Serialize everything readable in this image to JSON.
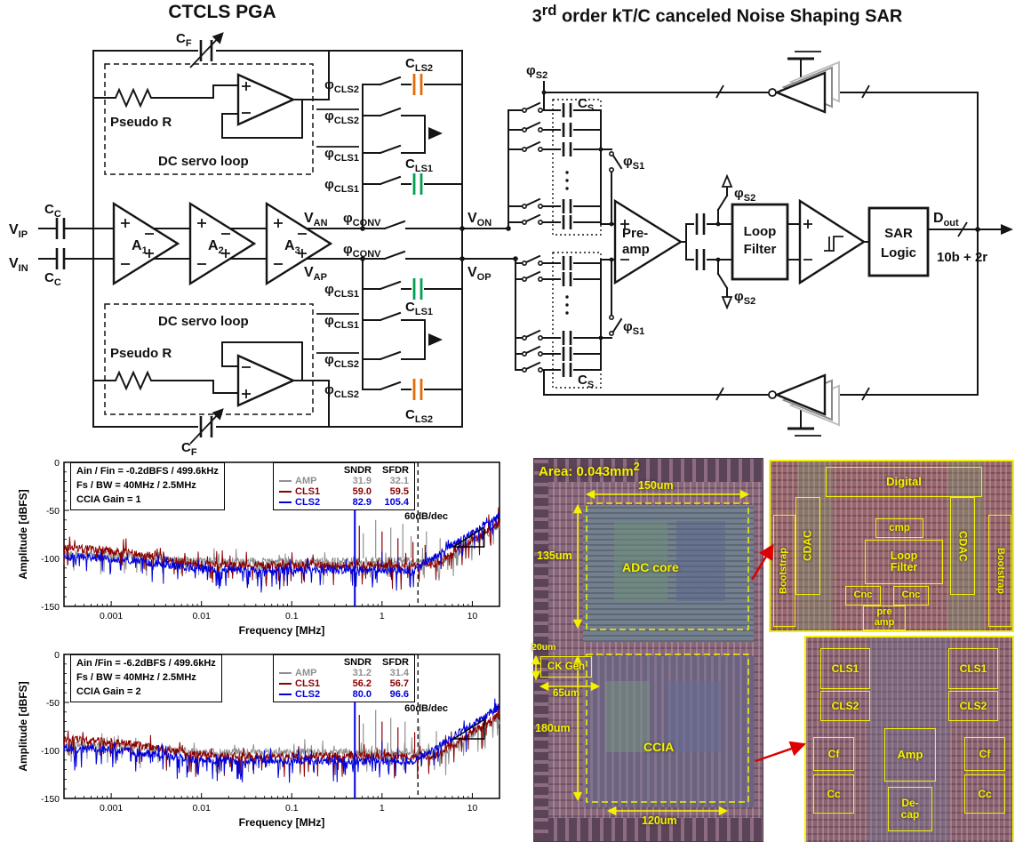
{
  "titles": {
    "left": "CTCLS PGA",
    "right_base": "3",
    "right_sup": "rd",
    "right_rest": " order kT/C canceled Noise Shaping SAR"
  },
  "colors": {
    "signal_red": "#cc0000",
    "signal_blue": "#0070c0",
    "signal_purple": "#7030a0",
    "cap_green": "#00a050",
    "cap_orange": "#e36c09",
    "die_yellow": "#f5f200",
    "series_amp": "#909090",
    "series_cls1": "#8b0000",
    "series_cls2": "#0000dd"
  },
  "sch": {
    "v_ip_b": "V",
    "v_ip_s": "IP",
    "v_in_b": "V",
    "v_in_s": "IN",
    "v_an_b": "V",
    "v_an_s": "AN",
    "v_ap_b": "V",
    "v_ap_s": "AP",
    "v_on_b": "V",
    "v_on_s": "ON",
    "v_op_b": "V",
    "v_op_s": "OP",
    "c_c_b": "C",
    "c_c_s": "C",
    "c_f_b": "C",
    "c_f_s": "F",
    "a1_b": "A",
    "a1_s": "1",
    "a2_b": "A",
    "a2_s": "2",
    "a3_b": "A",
    "a3_s": "3",
    "pseudo_r": "Pseudo R",
    "dc_servo": "DC servo loop",
    "phi": "φ",
    "s_cls1": "CLS1",
    "s_cls2": "CLS2",
    "s_conv": "CONV",
    "s_s1": "S1",
    "s_s2": "S2",
    "c_ls1_b": "C",
    "c_ls1_s": "LS1",
    "c_ls2_b": "C",
    "c_ls2_s": "LS2",
    "c_s_b": "C",
    "c_s_s": "S",
    "preamp_1": "Pre-",
    "preamp_2": "amp",
    "loop_1": "Loop",
    "loop_2": "Filter",
    "sar_1": "SAR",
    "sar_2": "Logic",
    "d_out_b": "D",
    "d_out_s": "out",
    "bits": "10b + 2r"
  },
  "chart_data": [
    {
      "type": "line",
      "info_lines": [
        "Ain / Fin = -0.2dBFS / 499.6kHz",
        "Fs / BW = 40MHz / 2.5MHz",
        "CCIA Gain = 1"
      ],
      "x_axis": {
        "label": "Frequency [MHz]",
        "scale": "log",
        "min": 0.0003,
        "max": 20,
        "ticks": [
          0.001,
          0.01,
          0.1,
          1,
          10
        ]
      },
      "y_axis": {
        "label": "Amplitude [dBFS]",
        "min": -150,
        "max": 0,
        "ticks": [
          0,
          -50,
          -100,
          -150
        ]
      },
      "legend_headers": [
        "SNDR",
        "SFDR"
      ],
      "series": [
        {
          "name": "AMP",
          "color": "#909090",
          "sndr": "31.9",
          "sfdr": "32.1",
          "floor": -103,
          "low_freq_level": -95,
          "hf_end": -66,
          "spikes": [
            [
              0.62,
              -74
            ],
            [
              0.85,
              -60
            ],
            [
              1.25,
              -68
            ],
            [
              1.7,
              -64
            ],
            [
              2.1,
              -77
            ],
            [
              3.1,
              -72
            ],
            [
              4.4,
              -79
            ],
            [
              6.5,
              -84
            ]
          ]
        },
        {
          "name": "CLS1",
          "color": "#8b0000",
          "sndr": "59.0",
          "sfdr": "59.5",
          "floor": -107,
          "low_freq_level": -88,
          "hf_end": -63,
          "spikes": [
            [
              0.56,
              -66
            ],
            [
              1.0,
              -72
            ],
            [
              1.5,
              -79
            ],
            [
              2.2,
              -83
            ],
            [
              3.0,
              -86
            ]
          ]
        },
        {
          "name": "CLS2",
          "color": "#0000dd",
          "sndr": "82.9",
          "sfdr": "105.4",
          "floor": -112,
          "low_freq_level": -97,
          "hf_end": -55,
          "spikes": [
            [
              0.999,
              -93
            ],
            [
              1.499,
              -99
            ],
            [
              2.0,
              -104
            ]
          ],
          "tone": {
            "freq": 0.4996,
            "level": -0.2
          }
        }
      ],
      "annotations": {
        "slope_label": "60dB/dec",
        "bw_mhz": 2.5,
        "tone_mhz": 0.4996
      }
    },
    {
      "type": "line",
      "info_lines": [
        "Ain /Fin = -6.2dBFS / 499.6kHz",
        "Fs / BW = 40MHz / 2.5MHz",
        "CCIA Gain = 2"
      ],
      "x_axis": {
        "label": "Frequency [MHz]",
        "scale": "log",
        "min": 0.0003,
        "max": 20,
        "ticks": [
          0.001,
          0.01,
          0.1,
          1,
          10
        ]
      },
      "y_axis": {
        "label": "Amplitude [dBFS]",
        "min": -150,
        "max": 0,
        "ticks": [
          0,
          -50,
          -100,
          -150
        ]
      },
      "legend_headers": [
        "SNDR",
        "SFDR"
      ],
      "series": [
        {
          "name": "AMP",
          "color": "#909090",
          "sndr": "31.2",
          "sfdr": "31.4",
          "floor": -102,
          "low_freq_level": -94,
          "hf_end": -66,
          "spikes": [
            [
              0.62,
              -72
            ],
            [
              0.85,
              -58
            ],
            [
              1.25,
              -66
            ],
            [
              1.8,
              -70
            ],
            [
              2.6,
              -75
            ],
            [
              4.0,
              -80
            ]
          ]
        },
        {
          "name": "CLS1",
          "color": "#8b0000",
          "sndr": "56.2",
          "sfdr": "56.7",
          "floor": -106,
          "low_freq_level": -87,
          "hf_end": -63,
          "spikes": [
            [
              0.56,
              -63
            ],
            [
              1.0,
              -70
            ],
            [
              1.5,
              -76
            ],
            [
              2.3,
              -81
            ]
          ]
        },
        {
          "name": "CLS2",
          "color": "#0000dd",
          "sndr": "80.0",
          "sfdr": "96.6",
          "floor": -111,
          "low_freq_level": -96,
          "hf_end": -55,
          "spikes": [
            [
              0.999,
              -90
            ],
            [
              1.499,
              -97
            ]
          ],
          "tone": {
            "freq": 0.4996,
            "level": -6.2
          }
        }
      ],
      "annotations": {
        "slope_label": "60dB/dec",
        "bw_mhz": 2.5,
        "tone_mhz": 0.4996
      }
    }
  ],
  "die": {
    "area_base": "Area: 0.043mm",
    "area_sup": "2",
    "dims": {
      "d150": "150um",
      "d135": "135um",
      "d20": "20um",
      "d65": "65um",
      "d180": "180um",
      "d120": "120um"
    },
    "blocks": {
      "ck_gen": "CK Gen",
      "adc_core": "ADC core",
      "ccia": "CCIA"
    },
    "inset_top": {
      "digital": "Digital",
      "cdac": "CDAC",
      "cmp": "cmp",
      "loop_1": "Loop",
      "loop_2": "Filter",
      "bootstrap": "Bootstrap",
      "cnc": "Cnc",
      "pre_1": "pre",
      "pre_2": "amp"
    },
    "inset_bottom": {
      "cls1": "CLS1",
      "cls2": "CLS2",
      "cf": "Cf",
      "amp": "Amp",
      "cc": "Cc",
      "de_1": "De-",
      "de_2": "cap"
    }
  }
}
